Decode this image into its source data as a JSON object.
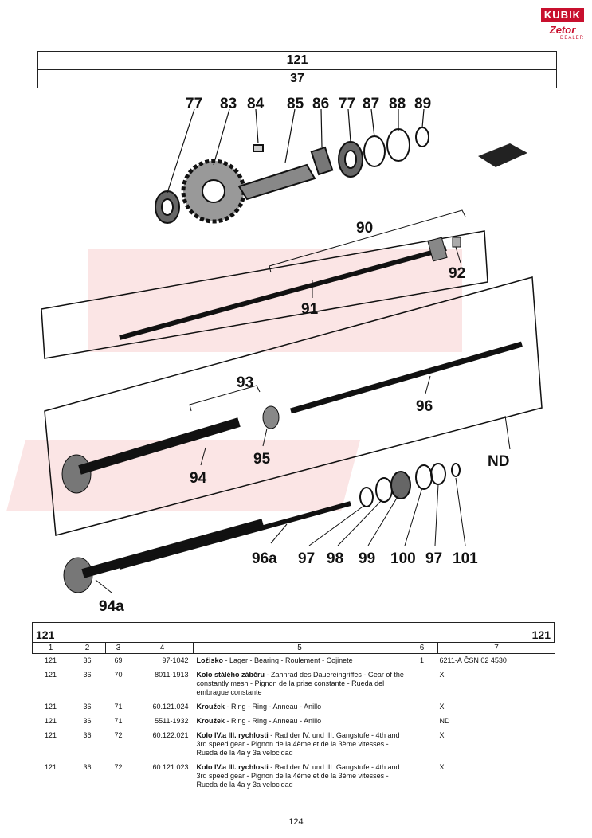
{
  "logo": {
    "brand": "KUBIK",
    "sub": "Zetor",
    "tag": "DEALER"
  },
  "header": {
    "group": "121",
    "subgroup": "37"
  },
  "callouts": [
    "77",
    "83",
    "84",
    "85",
    "86",
    "77",
    "87",
    "88",
    "89",
    "90",
    "92",
    "91",
    "93",
    "96",
    "ND",
    "95",
    "94",
    "96a",
    "97",
    "98",
    "99",
    "100",
    "97",
    "101",
    "94a"
  ],
  "table": {
    "group_left": "121",
    "group_right": "121",
    "columns": [
      "1",
      "2",
      "3",
      "4",
      "5",
      "6",
      "7"
    ],
    "rows": [
      {
        "c1": "121",
        "c2": "36",
        "c3": "69",
        "c4": "97-1042",
        "name": "Ložisko",
        "desc": " - Lager - Bearing - Roulement - Cojinete",
        "qty": "1",
        "note": "6211-A ČSN 02 4530"
      },
      {
        "c1": "121",
        "c2": "36",
        "c3": "70",
        "c4": "8011-1913",
        "name": "Kolo stálého záběru",
        "desc": " - Zahnrad des Dauereingriffes - Gear of the constantly mesh - Pignon de la prise constante - Rueda del embrague constante",
        "qty": "",
        "note": "X"
      },
      {
        "c1": "121",
        "c2": "36",
        "c3": "71",
        "c4": "60.121.024",
        "name": "Kroužek",
        "desc": " - Ring - Ring - Anneau - Anillo",
        "qty": "",
        "note": "X"
      },
      {
        "c1": "121",
        "c2": "36",
        "c3": "71",
        "c4": "5511-1932",
        "name": "Kroužek",
        "desc": " - Ring - Ring - Anneau - Anillo",
        "qty": "",
        "note": "ND"
      },
      {
        "c1": "121",
        "c2": "36",
        "c3": "72",
        "c4": "60.122.021",
        "name": "Kolo IV.a III. rychlosti",
        "desc": " - Rad der IV. und III. Gangstufe - 4th and 3rd speed gear - Pignon de la 4ème et de la 3ème vitesses - Rueda de la 4a y 3a velocidad",
        "qty": "",
        "note": "X"
      },
      {
        "c1": "121",
        "c2": "36",
        "c3": "72",
        "c4": "60.121.023",
        "name": "Kolo IV.a III. rychlosti",
        "desc": " - Rad der IV. und III. Gangstufe - 4th and 3rd speed gear - Pignon de la 4ème et de la 3ème vitesses - Rueda de la 4a y 3a velocidad",
        "qty": "",
        "note": "X"
      }
    ]
  },
  "page_number": "124"
}
